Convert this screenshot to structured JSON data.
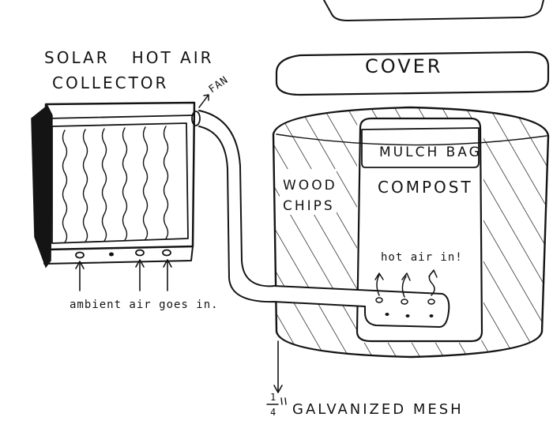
{
  "labels": {
    "collector_line1": "SOLAR   HOT AIR",
    "collector_line2": "COLLECTOR",
    "fan": "FAN",
    "cover": "COVER",
    "mulch_bag": "MULCH BAG",
    "compost": "COMPOST",
    "wood": "WOOD",
    "chips": "CHIPS",
    "hot_air_in": "hot air in!",
    "ambient_air": "ambient air goes in.",
    "mesh_fraction_num": "1",
    "mesh_fraction_den": "4",
    "mesh_rest": "GALVANIZED MESH"
  },
  "colors": {
    "ink": "#141414",
    "paper": "#ffffff"
  }
}
